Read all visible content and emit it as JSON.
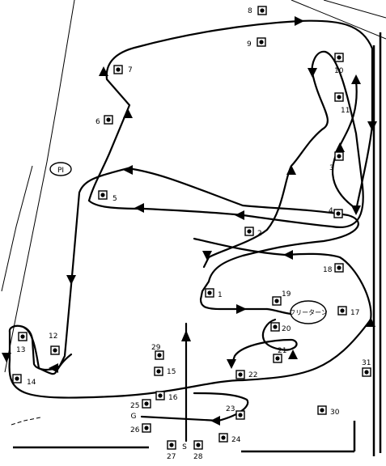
{
  "markers": [
    {
      "id": "1",
      "label": "1"
    },
    {
      "id": "2",
      "label": "2"
    },
    {
      "id": "3",
      "label": "3"
    },
    {
      "id": "4",
      "label": "4"
    },
    {
      "id": "5",
      "label": "5"
    },
    {
      "id": "6",
      "label": "6"
    },
    {
      "id": "7",
      "label": "7"
    },
    {
      "id": "8",
      "label": "8"
    },
    {
      "id": "9",
      "label": "9"
    },
    {
      "id": "10",
      "label": "10"
    },
    {
      "id": "11",
      "label": "11"
    },
    {
      "id": "12",
      "label": "12"
    },
    {
      "id": "13",
      "label": "13"
    },
    {
      "id": "14",
      "label": "14"
    },
    {
      "id": "15",
      "label": "15"
    },
    {
      "id": "16",
      "label": "16"
    },
    {
      "id": "17",
      "label": "17"
    },
    {
      "id": "18",
      "label": "18"
    },
    {
      "id": "19",
      "label": "19"
    },
    {
      "id": "20",
      "label": "20"
    },
    {
      "id": "21",
      "label": "21"
    },
    {
      "id": "22",
      "label": "22"
    },
    {
      "id": "23",
      "label": "23"
    },
    {
      "id": "24",
      "label": "24"
    },
    {
      "id": "25",
      "label": "25"
    },
    {
      "id": "26",
      "label": "26"
    },
    {
      "id": "27",
      "label": "27"
    },
    {
      "id": "28",
      "label": "28"
    },
    {
      "id": "29",
      "label": "29"
    },
    {
      "id": "30",
      "label": "30"
    },
    {
      "id": "31",
      "label": "31"
    }
  ],
  "labels": {
    "start": "S",
    "goal": "G",
    "paddock": "PI",
    "free_turn": "フリーターン"
  }
}
